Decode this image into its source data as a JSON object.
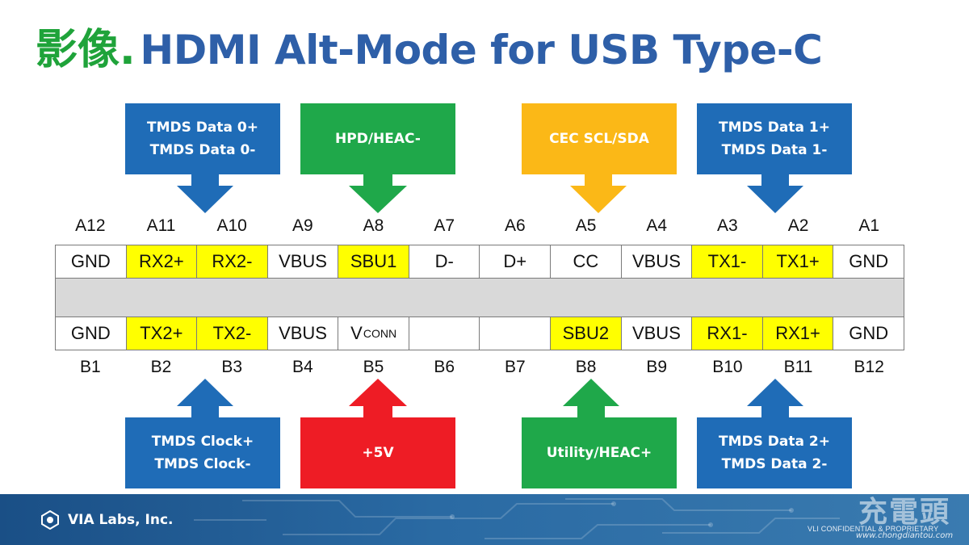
{
  "title": {
    "cn": "影像.",
    "en": "HDMI Alt-Mode for USB Type-C"
  },
  "callouts": {
    "top_1": {
      "lines": [
        "TMDS Data 0+",
        "TMDS Data 0-"
      ],
      "color": "#1f6cb7"
    },
    "top_2": {
      "lines": [
        "HPD/HEAC-"
      ],
      "color": "#1fa84a"
    },
    "top_3": {
      "lines": [
        "CEC SCL/SDA"
      ],
      "color": "#fbb817"
    },
    "top_4": {
      "lines": [
        "TMDS Data 1+",
        "TMDS Data 1-"
      ],
      "color": "#1f6cb7"
    },
    "bot_1": {
      "lines": [
        "TMDS Clock+",
        "TMDS Clock-"
      ],
      "color": "#1f6cb7"
    },
    "bot_2": {
      "lines": [
        "+5V"
      ],
      "color": "#ee1c25"
    },
    "bot_3": {
      "lines": [
        "Utility/HEAC+"
      ],
      "color": "#1fa84a"
    },
    "bot_4": {
      "lines": [
        "TMDS Data 2+",
        "TMDS Data 2-"
      ],
      "color": "#1f6cb7"
    }
  },
  "pins_top_labels": [
    "A12",
    "A11",
    "A10",
    "A9",
    "A8",
    "A7",
    "A6",
    "A5",
    "A4",
    "A3",
    "A2",
    "A1"
  ],
  "row_a": [
    "GND",
    "RX2+",
    "RX2-",
    "VBUS",
    "SBU1",
    "D-",
    "D+",
    "CC",
    "VBUS",
    "TX1-",
    "TX1+",
    "GND"
  ],
  "row_b": {
    "c0": "GND",
    "c1": "TX2+",
    "c2": "TX2-",
    "c3": "VBUS",
    "c4_main": "V",
    "c4_sub": "CONN",
    "c5": "",
    "c6": "",
    "c7": "SBU2",
    "c8": "VBUS",
    "c9": "RX1-",
    "c10": "RX1+",
    "c11": "GND"
  },
  "pins_bottom_labels": [
    "B1",
    "B2",
    "B3",
    "B4",
    "B5",
    "B6",
    "B7",
    "B8",
    "B9",
    "B10",
    "B11",
    "B12"
  ],
  "highlight_color": "#ffff00",
  "footer": {
    "company": "VIA Labs, Inc.",
    "confidential": "VLI CONFIDENTIAL & PROPRIETARY",
    "watermark": "充電頭",
    "watermark_url": "www.chongdiantou.com"
  }
}
